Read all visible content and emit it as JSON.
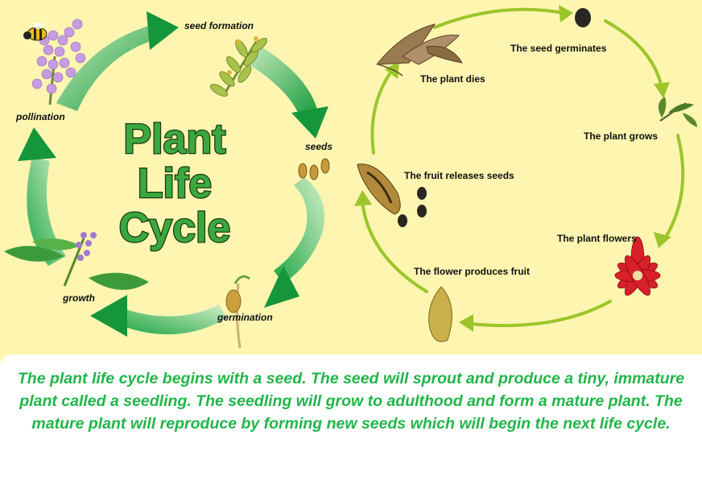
{
  "left_cycle": {
    "title": [
      "Plant",
      "Life",
      "Cycle"
    ],
    "stages": {
      "seed_formation": "seed formation",
      "seeds": "seeds",
      "germination": "germination",
      "growth": "growth",
      "pollination": "pollination"
    }
  },
  "right_cycle": {
    "stages": {
      "germinates": "The seed germinates",
      "grows": "The plant grows",
      "flowers": "The plant flowers",
      "fruit": "The flower produces fruit",
      "releases": "The fruit releases seeds",
      "dies": "The plant dies"
    }
  },
  "caption": "The plant life cycle begins with a seed. The seed will sprout and produce a tiny, immature plant called a seedling. The seedling will grow to adulthood and form a mature plant. The mature plant will reproduce by forming new seeds which will begin the next life cycle.",
  "colors": {
    "background": "#fdf5b0",
    "left_arrows": "#2fa84f",
    "right_arrows": "#9cc52a",
    "caption_text": "#21b54a",
    "title_fill": "#3aa83e"
  }
}
